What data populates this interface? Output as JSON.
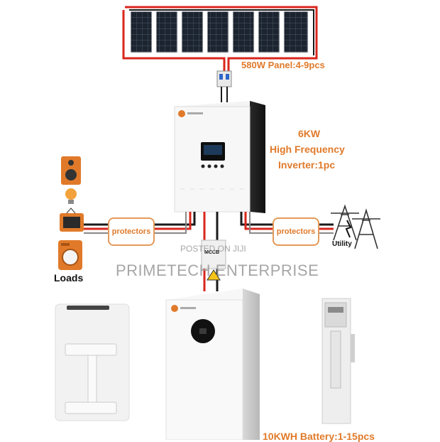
{
  "panel_label": "580W Panel:4-9pcs",
  "inverter_label": [
    "6KW",
    "High Frequency",
    "Inverter:1pc"
  ],
  "protector_label": "protectors",
  "loads_label": "Loads",
  "utility_label": "Utility",
  "breaker_label": "MCCB",
  "battery_label": "10KWH Battery:1-15pcs",
  "watermark_small": "POSTED ON JIJI",
  "watermark_large": "PRIMETECH ENTERPRISE",
  "colors": {
    "accent": "#e07a2a",
    "wire_red": "#d9261c",
    "wire_black": "#1a1a1a",
    "panel": "#1c2430"
  }
}
